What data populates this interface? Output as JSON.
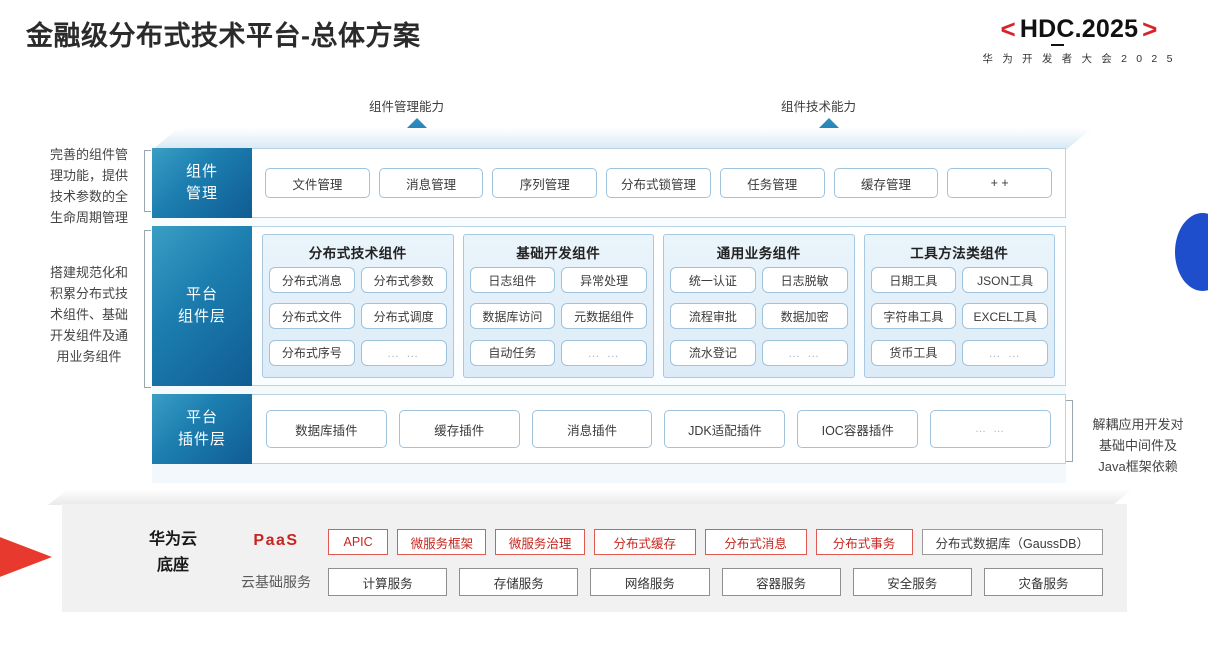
{
  "header": {
    "title": "金融级分布式技术平台-总体方案",
    "logo_open": "<",
    "logo_close": ">",
    "logo_h": "HD",
    "logo_c": "C",
    "logo_rest": ".2025",
    "logo_sub": "华 为 开 发 者 大 会 2 0 2 5",
    "accent_red": "#d8232a"
  },
  "arrows": {
    "left_label": "组件管理能力",
    "right_label": "组件技术能力"
  },
  "side_notes": {
    "left_top": "完善的组件管\n理功能，提供\n技术参数的全\n生命周期管理",
    "left_mid": "搭建规范化和\n积累分布式技\n术组件、基础\n开发组件及通\n用业务组件",
    "right_bottom": "解耦应用开发对\n基础中间件及\nJava框架依赖"
  },
  "layers": {
    "management": {
      "label": "组件\n管理",
      "label_l1": "组件",
      "label_l2": "管理",
      "items": [
        "文件管理",
        "消息管理",
        "序列管理",
        "分布式锁管理",
        "任务管理",
        "缓存管理",
        "+ +"
      ]
    },
    "platform": {
      "label_l1": "平台",
      "label_l2": "组件层",
      "groups": [
        {
          "title": "分布式技术组件",
          "items": [
            "分布式消息",
            "分布式参数",
            "分布式文件",
            "分布式调度",
            "分布式序号",
            "… …"
          ]
        },
        {
          "title": "基础开发组件",
          "items": [
            "日志组件",
            "异常处理",
            "数据库访问",
            "元数据组件",
            "自动任务",
            "… …"
          ]
        },
        {
          "title": "通用业务组件",
          "items": [
            "统一认证",
            "日志脱敏",
            "流程审批",
            "数据加密",
            "流水登记",
            "… …"
          ]
        },
        {
          "title": "工具方法类组件",
          "items": [
            "日期工具",
            "JSON工具",
            "字符串工具",
            "EXCEL工具",
            "货币工具",
            "… …"
          ]
        }
      ]
    },
    "plugin": {
      "label_l1": "平台",
      "label_l2": "插件层",
      "items": [
        "数据库插件",
        "缓存插件",
        "消息插件",
        "JDK适配插件",
        "IOC容器插件",
        "… …"
      ]
    }
  },
  "base": {
    "title_l1": "华为云",
    "title_l2": "底座",
    "paas_label": "PaaS",
    "cloud_label": "云基础服务",
    "paas_items": [
      "APIC",
      "微服务框架",
      "微服务治理",
      "分布式缓存",
      "分布式消息",
      "分布式事务"
    ],
    "paas_gray_item": "分布式数据库（GaussDB）",
    "cloud_items": [
      "计算服务",
      "存储服务",
      "网络服务",
      "容器服务",
      "安全服务",
      "灾备服务"
    ],
    "paas_color": "#c7251e",
    "wedge_color": "#e8392f"
  },
  "decor": {
    "blue_circle_color": "#1f4ecc"
  }
}
